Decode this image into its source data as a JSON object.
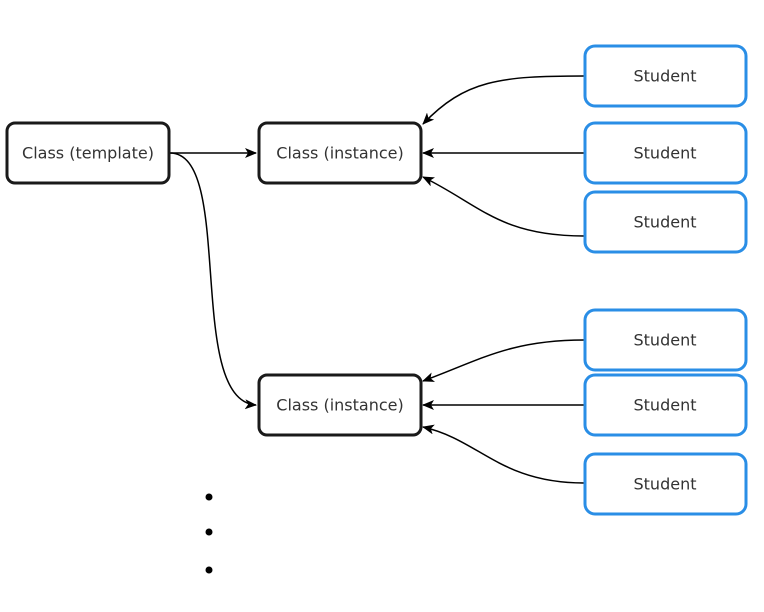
{
  "colors": {
    "template_border": "#1a1a1a",
    "instance_border": "#1a1a1a",
    "student_border": "#2a8ee6",
    "edge": "#000000"
  },
  "nodes": {
    "template": {
      "label": "Class (template)"
    },
    "instances": [
      {
        "label": "Class (instance)"
      },
      {
        "label": "Class (instance)"
      }
    ],
    "students": [
      {
        "label": "Student"
      },
      {
        "label": "Student"
      },
      {
        "label": "Student"
      },
      {
        "label": "Student"
      },
      {
        "label": "Student"
      },
      {
        "label": "Student"
      }
    ]
  },
  "ellipsis": "vertical-dots"
}
